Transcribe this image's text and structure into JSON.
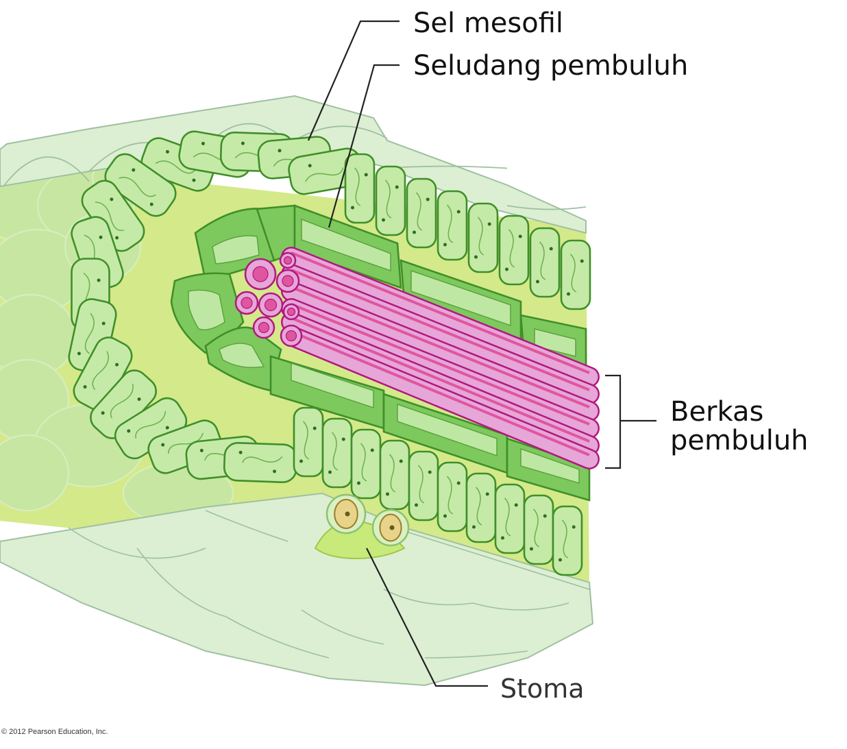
{
  "labels": {
    "mesophyll": "Sel mesofil",
    "bundle_sheath": "Seludang pembuluh",
    "vascular_bundle": "Berkas pembuluh",
    "vascular_bundle_line1": "Berkas",
    "vascular_bundle_line2": "pembuluh",
    "stoma": "Stoma"
  },
  "copyright": "© 2012 Pearson Education, Inc.",
  "colors": {
    "epidermis": "#dcefd2",
    "epidermis_edge": "#9fc0a0",
    "spongy_bg": "#d4e98a",
    "spongy_cell": "#c7e6a2",
    "mesophyll_fill": "#c5eaa8",
    "mesophyll_edge": "#3f8f28",
    "sheath_fill": "#7dc95e",
    "sheath_inner": "#bfe7a4",
    "xylem_fill": "#e6a6d8",
    "xylem_edge": "#b0187e",
    "xylem_stripe": "#e0559f",
    "guard_cell": "#e8d38a"
  }
}
